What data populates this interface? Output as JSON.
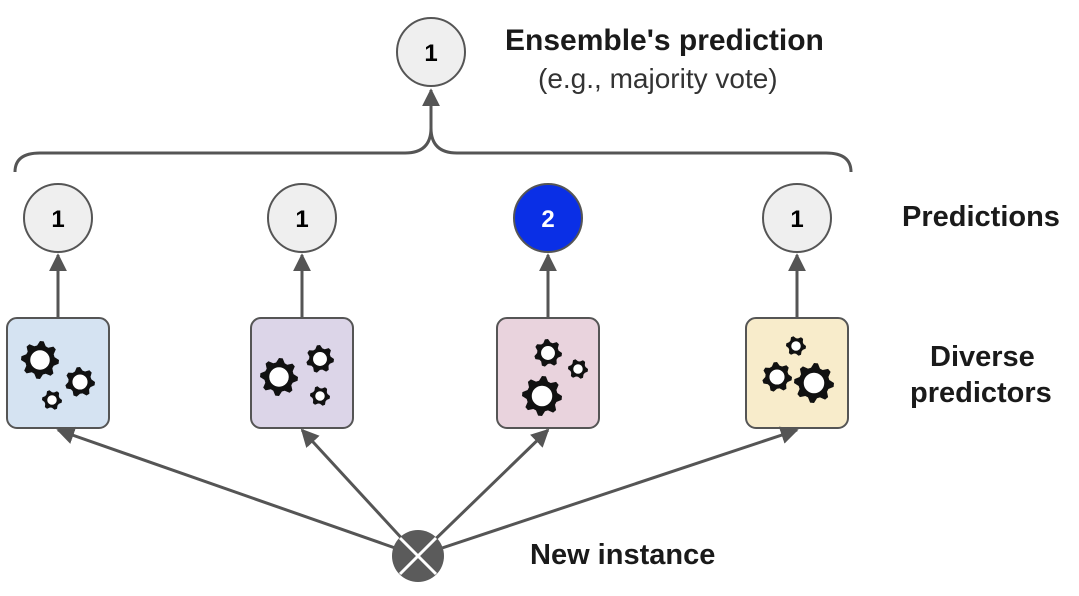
{
  "ensemble": {
    "title": "Ensemble's prediction",
    "subtitle": "(e.g., majority vote)",
    "value": "1"
  },
  "labels": {
    "predictions": "Predictions",
    "diverse_line1": "Diverse",
    "diverse_line2": "predictors",
    "new_instance": "New instance"
  },
  "predictors": [
    {
      "prediction": "1",
      "color": "#d5e3f2",
      "prediction_fill": "#efefef",
      "prediction_text_color": "#000000"
    },
    {
      "prediction": "1",
      "color": "#dcd5e8",
      "prediction_fill": "#efefef",
      "prediction_text_color": "#000000"
    },
    {
      "prediction": "2",
      "color": "#e9d3dd",
      "prediction_fill": "#0a2fe6",
      "prediction_text_color": "#ffffff"
    },
    {
      "prediction": "1",
      "color": "#f8eccb",
      "prediction_fill": "#efefef",
      "prediction_text_color": "#000000"
    }
  ],
  "icons": {
    "predictor": "gears-icon",
    "instance": "circled-x-icon"
  }
}
